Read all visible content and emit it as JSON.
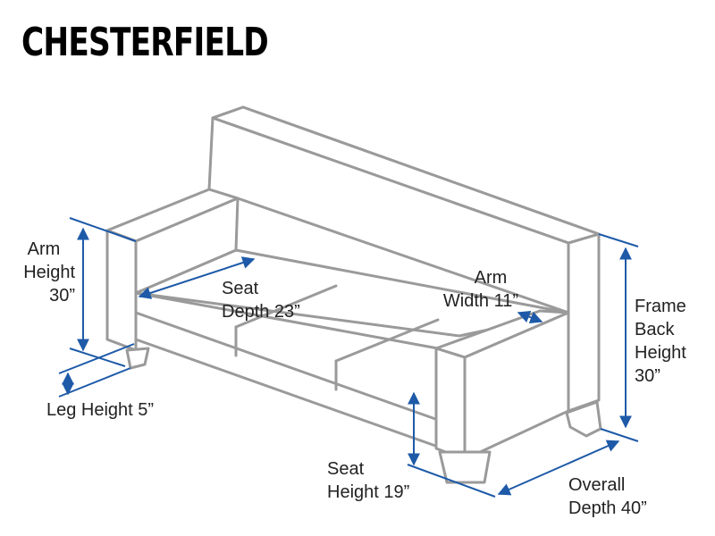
{
  "title": "CHESTERFIELD",
  "dimensions": {
    "arm_height": {
      "line1": "Arm",
      "line2": "Height",
      "line3": "30”"
    },
    "seat_depth": {
      "line1": "Seat",
      "line2": "Depth 23”"
    },
    "arm_width": {
      "line1": "Arm",
      "line2": "Width 11”"
    },
    "frame_back_height": {
      "line1": "Frame",
      "line2": "Back",
      "line3": "Height",
      "line4": "30”"
    },
    "leg_height": {
      "line1": "Leg Height 5”"
    },
    "seat_height": {
      "line1": "Seat",
      "line2": "Height 19”"
    },
    "overall_depth": {
      "line1": "Overall",
      "line2": "Depth 40”"
    }
  },
  "colors": {
    "outline": "#9a9a9a",
    "dimension": "#1e5aa8",
    "title": "#000000"
  }
}
